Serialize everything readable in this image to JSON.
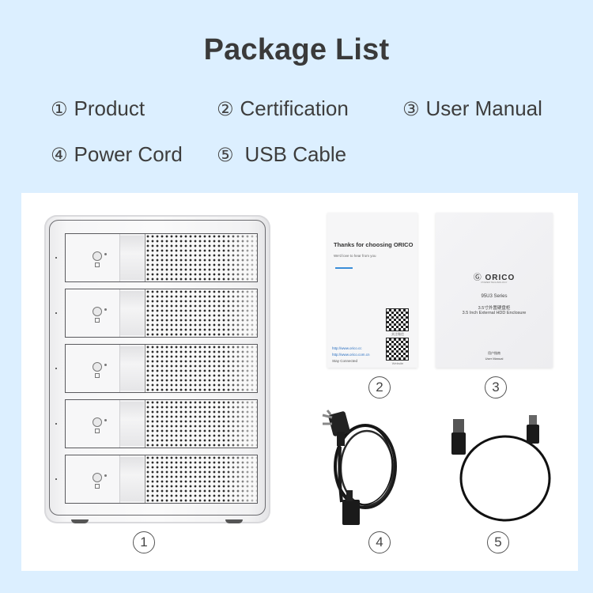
{
  "header": {
    "title": "Package List"
  },
  "package_items": [
    {
      "number": "①",
      "label": "Product"
    },
    {
      "number": "②",
      "label": "Certification"
    },
    {
      "number": "③",
      "label": "User Manual"
    },
    {
      "number": "④",
      "label": "Power Cord"
    },
    {
      "number": "⑤",
      "label": "USB Cable"
    }
  ],
  "images": {
    "product": {
      "caption": "1",
      "icon": "hdd-enclosure-5-bay",
      "bays": 5
    },
    "certification": {
      "caption": "2",
      "title": "Thanks for choosing ORICO",
      "subtitle": "We'd love to hear from you",
      "links": [
        "http://www.orico.cc",
        "http://www.orico.com.cn"
      ],
      "stay": "Stay Connected",
      "qr_captions": [
        "关注微信",
        "Website"
      ],
      "accent_color": "#3a8ed8"
    },
    "manual": {
      "caption": "3",
      "brand": "ORICO",
      "brand_sub": "POWER TECHNOLOGY",
      "series": "95U3 Series",
      "title_cn": "3.5寸外置硬盘柜",
      "title_en": "3.5 Inch External HDD Enclosure",
      "footer_cn": "用户指南",
      "footer_en": "User Manual"
    },
    "power_cord": {
      "caption": "4",
      "icon": "power-cord"
    },
    "usb_cable": {
      "caption": "5",
      "icon": "usb-cable"
    }
  },
  "colors": {
    "background": "#dcefff",
    "panel": "#ffffff",
    "text": "#3a3a3a"
  }
}
